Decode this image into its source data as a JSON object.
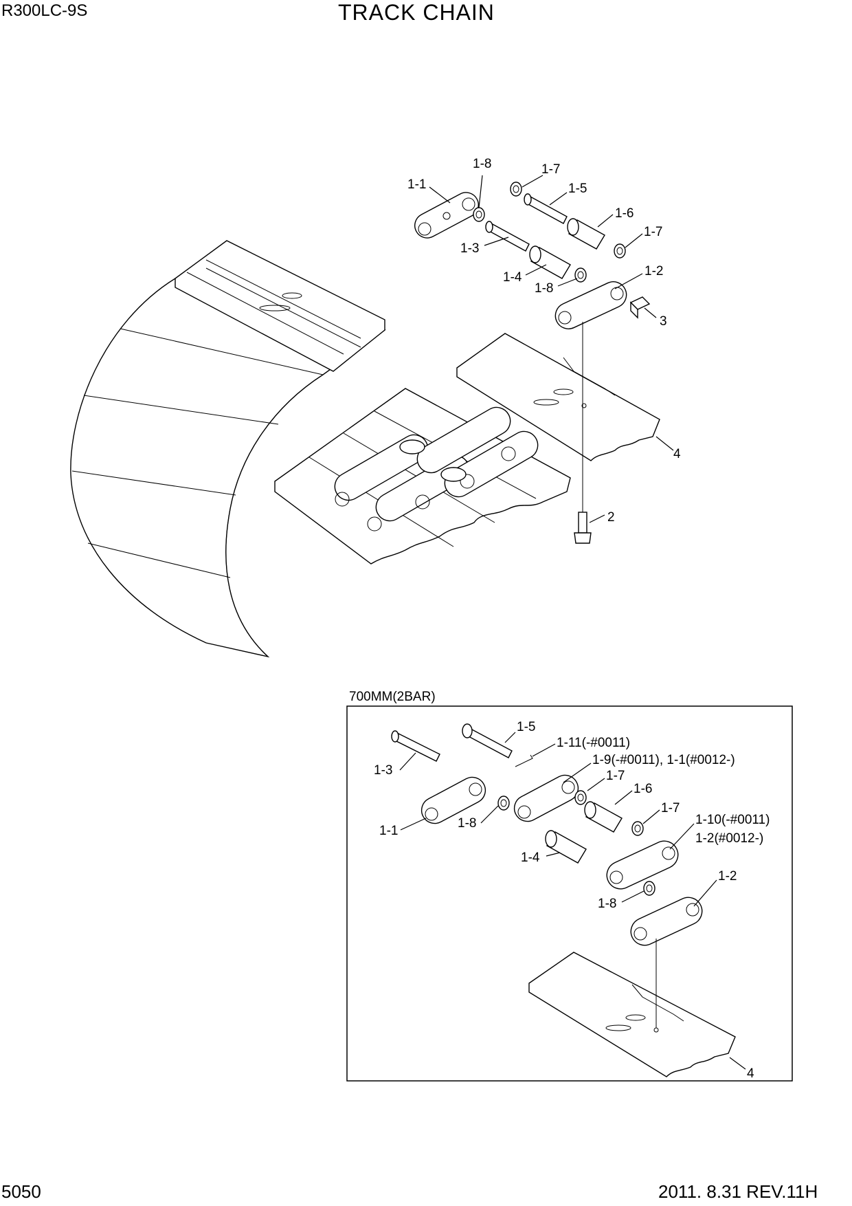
{
  "header": {
    "model": "R300LC-9S",
    "title": "TRACK CHAIN"
  },
  "footer": {
    "page_number": "5050",
    "revision": "2011. 8.31  REV.11H"
  },
  "inset": {
    "caption": "700MM(2BAR)"
  },
  "callouts_main": [
    "1-8",
    "1-7",
    "1-1",
    "1-5",
    "1-6",
    "1-7",
    "1-3",
    "1-4",
    "1-8",
    "1-2",
    "3",
    "4",
    "2"
  ],
  "callouts_inset": [
    "1-5",
    "1-11(-#0011)",
    "1-9(-#0011), 1-1(#0012-)",
    "1-3",
    "1-7",
    "1-6",
    "1-7",
    "1-1",
    "1-8",
    "1-10(-#0011)",
    "1-2(#0012-)",
    "1-4",
    "1-2",
    "1-8",
    "4"
  ]
}
